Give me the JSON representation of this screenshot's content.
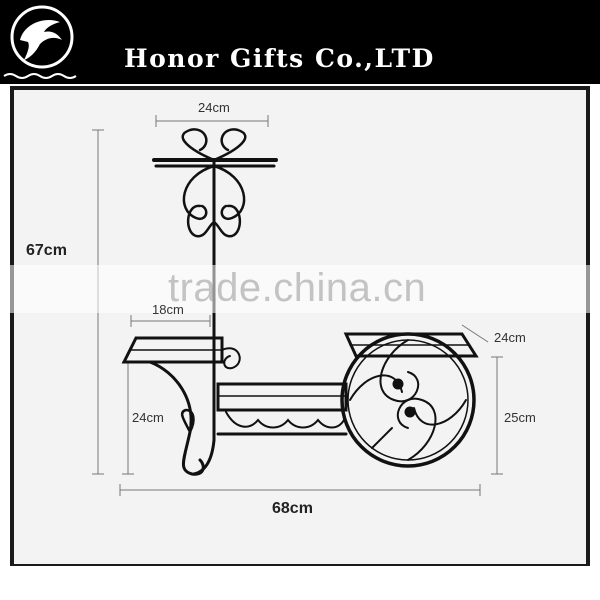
{
  "header": {
    "company_name": "Honor Gifts Co.,LTD",
    "logo_icon": "dolphin-logo-icon",
    "background_color": "#000000",
    "text_color": "#ffffff"
  },
  "dimensions": {
    "total_height": "67cm",
    "top_shelf_width": "24cm",
    "left_shelf_width": "18cm",
    "left_shelf_height": "24cm",
    "right_shelf_depth": "24cm",
    "wheel_height": "25cm",
    "total_width": "68cm"
  },
  "watermark": {
    "text": "trade.china.cn"
  },
  "product": {
    "icon": "plant-stand-cart-icon",
    "color": "#111111"
  }
}
